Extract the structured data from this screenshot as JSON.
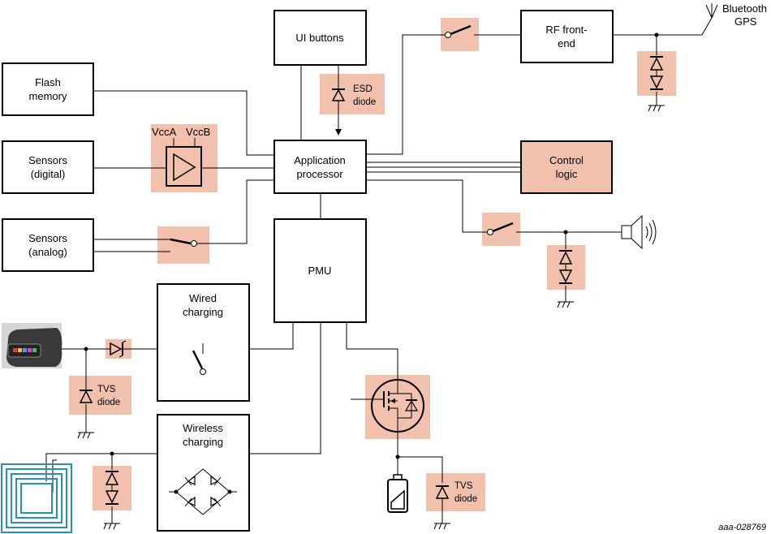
{
  "blocks": {
    "ui_buttons": "UI buttons",
    "flash_memory": [
      "Flash",
      "memory"
    ],
    "sensors_digital": [
      "Sensors",
      "(digital)"
    ],
    "sensors_analog": [
      "Sensors",
      "(analog)"
    ],
    "application_processor": [
      "Application",
      "processor"
    ],
    "rf_front_end": [
      "RF front-",
      "end"
    ],
    "control_logic": [
      "Control",
      "logic"
    ],
    "pmu": "PMU",
    "wired_charging": [
      "Wired",
      "charging"
    ],
    "wireless_charging": [
      "Wireless",
      "charging"
    ]
  },
  "labels": {
    "esd_diode": [
      "ESD",
      "diode"
    ],
    "vcca": "VccA",
    "vccb": "VccB",
    "bluetooth_gps": [
      "Bluetooth",
      "GPS"
    ],
    "tvs_diode_usb": [
      "TVS",
      "diode"
    ],
    "tvs_diode_battery": [
      "TVS",
      "diode"
    ],
    "figure_id": "aaa-028769"
  },
  "colors": {
    "highlight_fill": "#f2c1ad",
    "line": "#000000",
    "coil": "#2a8fb8"
  },
  "icons": [
    "level-shifter-icon",
    "switch-icon",
    "esd-diode-icon",
    "tvs-diode-icon",
    "ground-icon",
    "antenna-icon",
    "speaker-icon",
    "usb-connector-icon",
    "wireless-coil-icon",
    "battery-icon",
    "mosfet-icon",
    "bridge-rectifier-icon"
  ]
}
